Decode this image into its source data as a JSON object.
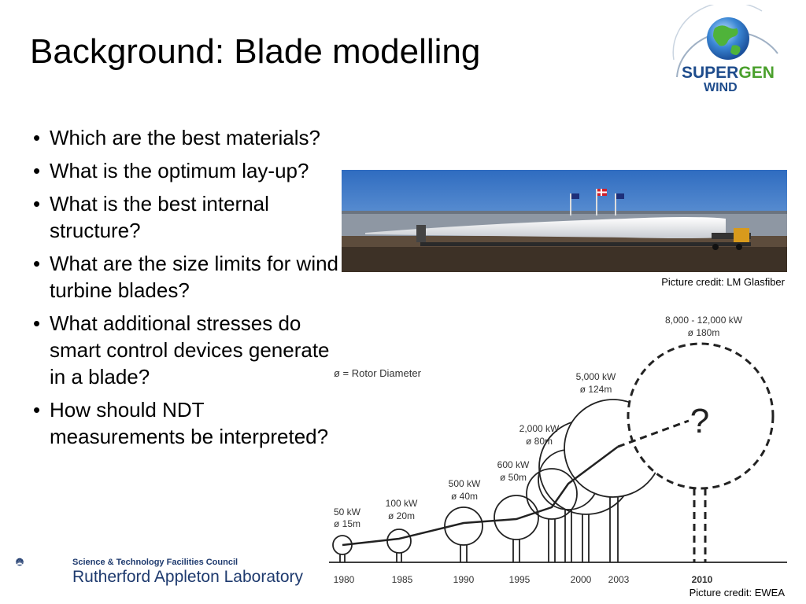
{
  "slide": {
    "title": "Background: Blade modelling",
    "bullet_glyph": "•",
    "bullets": [
      "Which are the best materials?",
      "What is the optimum lay-up?",
      "What is the best internal structure?",
      "What are the size limits for wind turbine blades?",
      "What additional stresses do smart control devices generate in a blade?",
      "How should NDT measurements be interpreted?"
    ],
    "photo_credit": "Picture credit: LM Glasfiber",
    "diagram_credit": "Picture credit: EWEA"
  },
  "supergen_logo": {
    "line1_a": "SUPER",
    "line1_b": "GEN",
    "line2": "WIND",
    "icon": "globe-icon"
  },
  "ral_logo": {
    "line1": "Science & Technology Facilities Council",
    "line2": "Rutherford Appleton Laboratory",
    "icon": "sunburst-icon"
  },
  "diagram": {
    "legend": "ø = Rotor Diameter",
    "question_mark": "?",
    "turbines": [
      {
        "year": "1980",
        "power": "50 kW",
        "diameter": "ø 15m"
      },
      {
        "year": "1985",
        "power": "100 kW",
        "diameter": "ø 20m"
      },
      {
        "year": "1990",
        "power": "500 kW",
        "diameter": "ø 40m"
      },
      {
        "year": "1995",
        "power": "600 kW",
        "diameter": "ø 50m"
      },
      {
        "year": "2000",
        "power": "2,000 kW",
        "diameter": "ø 80m"
      },
      {
        "year": "2003",
        "power": "5,000 kW",
        "diameter": "ø 124m"
      },
      {
        "year": "2010",
        "power": "8,000 - 12,000 kW",
        "diameter": "ø 180m"
      }
    ]
  },
  "colors": {
    "supergen_blue": "#1e4c8c",
    "supergen_green": "#4aa02c",
    "ral_navy": "#1e3a6e",
    "sky": "#3a78c8"
  }
}
